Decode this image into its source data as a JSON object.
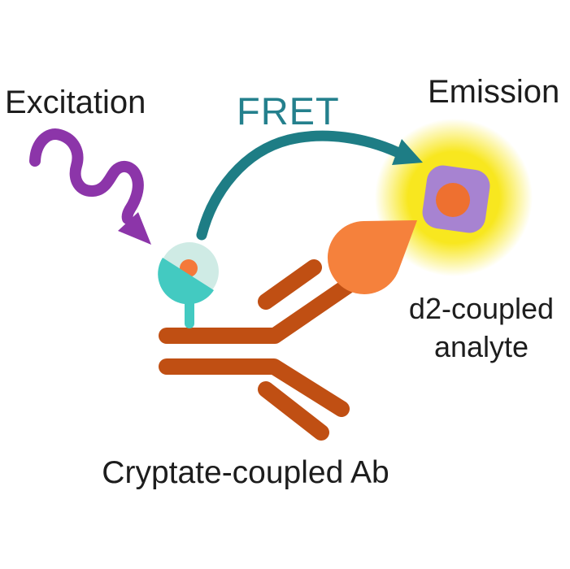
{
  "labels": {
    "excitation": "Excitation",
    "fret": "FRET",
    "emission": "Emission",
    "analyte_line1": "d2-coupled",
    "analyte_line2": "analyte",
    "antibody": "Cryptate-coupled Ab"
  },
  "colors": {
    "background": "#ffffff",
    "text": "#1d1d1d",
    "excitation_arrow": "#8c35a9",
    "fret_text": "#24808d",
    "fret_arrow": "#1e7d85",
    "antibody_rust": "#c04f13",
    "teardrop_orange": "#f5813c",
    "cryptate_light": "#cfebe5",
    "cryptate_dark": "#43cac1",
    "cryptate_core": "#f4793a",
    "cryptate_stem": "#43cac1",
    "acceptor_square": "#a783d1",
    "acceptor_core": "#ee7030",
    "emission_glow": "#f8e71f"
  }
}
